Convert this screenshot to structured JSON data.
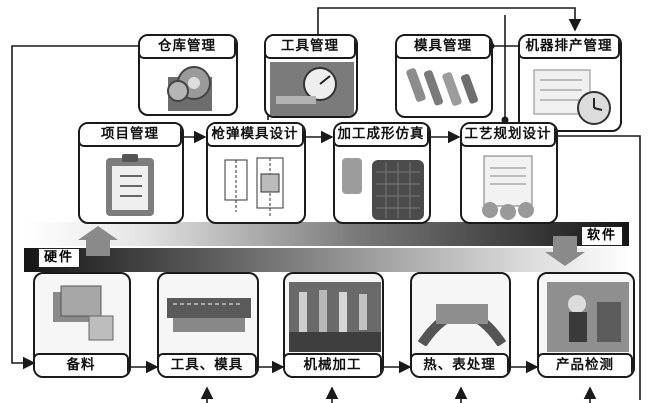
{
  "software_modules": {
    "warehouse": "仓库管理",
    "tooling": "工具管理",
    "mold": "模具管理",
    "scheduling": "机器排产管理",
    "project": "项目管理",
    "gun_mold_design": "枪弹模具设计",
    "forming_sim": "加工成形仿真",
    "process_planning": "工艺规划设计"
  },
  "bands": {
    "software": "软件",
    "hardware": "硬件"
  },
  "hardware_steps": {
    "material": "备料",
    "tool_mold": "工具、模具",
    "machining": "机械加工",
    "heat_surface": "热、表处理",
    "inspection": "产品检测"
  },
  "colors": {
    "line": "#1a1a1a",
    "band_dark": "#151515",
    "band_light": "#ffffff"
  }
}
